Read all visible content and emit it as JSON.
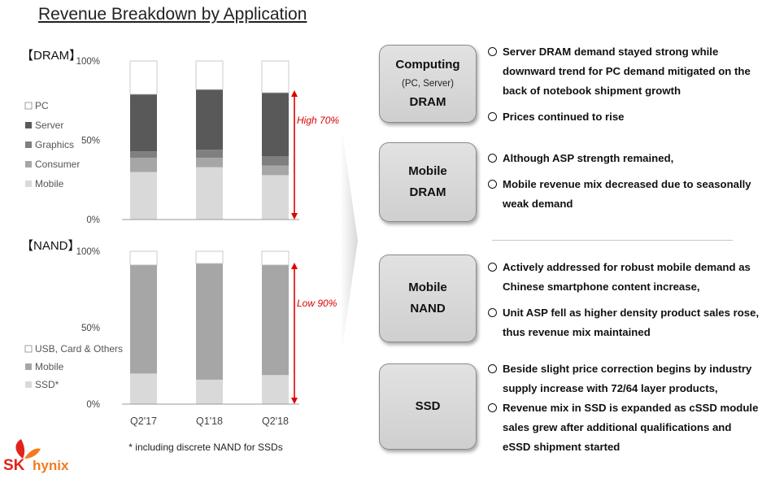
{
  "title": "Revenue Breakdown by Application",
  "footnote": "* including discrete NAND for SSDs",
  "logo": {
    "sk": "SK",
    "hynix": "hynix"
  },
  "colors": {
    "accent_red": "#dd0000"
  },
  "chart_data": [
    {
      "type": "bar",
      "stacked": true,
      "panel_label": "【DRAM】",
      "categories": [
        "Q2'17",
        "Q1'18",
        "Q2'18"
      ],
      "yticks": [
        "100%",
        "50%",
        "0%"
      ],
      "ylim": [
        0,
        100
      ],
      "series": [
        {
          "name": "Mobile",
          "color": "#d9d9d9",
          "values": [
            30,
            33,
            28
          ]
        },
        {
          "name": "Consumer",
          "color": "#a6a6a6",
          "values": [
            9,
            6,
            6
          ]
        },
        {
          "name": "Graphics",
          "color": "#7f7f7f",
          "values": [
            4,
            5,
            6
          ]
        },
        {
          "name": "Server",
          "color": "#595959",
          "values": [
            36,
            38,
            40
          ]
        },
        {
          "name": "PC",
          "color": "#ffffff",
          "values": [
            21,
            18,
            20
          ]
        }
      ],
      "annotation": "High 70%"
    },
    {
      "type": "bar",
      "stacked": true,
      "panel_label": "【NAND】",
      "categories": [
        "Q2'17",
        "Q1'18",
        "Q2'18"
      ],
      "yticks": [
        "100%",
        "50%",
        "0%"
      ],
      "ylim": [
        0,
        100
      ],
      "series": [
        {
          "name": "SSD*",
          "color": "#d9d9d9",
          "values": [
            20,
            16,
            19
          ]
        },
        {
          "name": "Mobile",
          "color": "#a6a6a6",
          "values": [
            71,
            76,
            72
          ]
        },
        {
          "name": "USB, Card & Others",
          "color": "#ffffff",
          "values": [
            9,
            8,
            9
          ]
        }
      ],
      "annotation": "Low 90%"
    }
  ],
  "sections": [
    {
      "box_title": "Computing",
      "box_sub": "(PC, Server)",
      "box_title2": "DRAM",
      "bullets": [
        "Server DRAM demand stayed strong while downward trend for PC demand mitigated on the back of notebook shipment growth",
        "Prices continued to rise"
      ]
    },
    {
      "box_title": "Mobile",
      "box_sub": "",
      "box_title2": "DRAM",
      "bullets": [
        "Although ASP strength remained,",
        "Mobile revenue mix decreased due to seasonally weak demand"
      ]
    },
    {
      "box_title": "Mobile",
      "box_sub": "",
      "box_title2": "NAND",
      "bullets": [
        "Actively addressed for robust mobile demand as Chinese smartphone content increase,",
        "Unit ASP fell as higher density product sales rose, thus revenue mix maintained"
      ]
    },
    {
      "box_title": "",
      "box_sub": "",
      "box_title2": "SSD",
      "bullets": [
        "Beside slight price correction begins by industry supply increase with 72/64 layer products,",
        "Revenue mix in SSD is expanded as cSSD module sales grew after additional qualifications and eSSD shipment started"
      ]
    }
  ]
}
